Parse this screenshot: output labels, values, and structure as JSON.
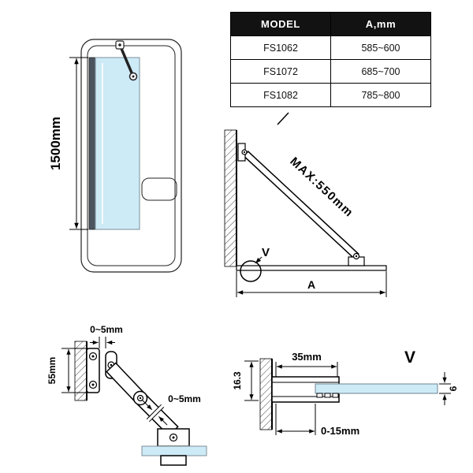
{
  "table": {
    "header": {
      "model": "MODEL",
      "a": "A,mm"
    },
    "rows": [
      {
        "model": "FS1062",
        "a": "585~600"
      },
      {
        "model": "FS1072",
        "a": "685~700"
      },
      {
        "model": "FS1082",
        "a": "785~800"
      }
    ]
  },
  "front_view": {
    "height_label": "1500mm"
  },
  "top_view": {
    "max_length_label": "MAX:550mm",
    "width_label": "A",
    "detail_label": "V"
  },
  "hinge_detail": {
    "wall_depth_label": "55mm",
    "gap_top_label": "0~5mm",
    "gap_bottom_label": "0~5mm"
  },
  "section_detail": {
    "title": "V",
    "offset_label": "16.3",
    "profile_width_label": "35mm",
    "glass_thickness_label": "6",
    "adjust_range_label": "0-15mm"
  },
  "colors": {
    "glass": "#cdeaf7",
    "header_bg": "#121212"
  }
}
